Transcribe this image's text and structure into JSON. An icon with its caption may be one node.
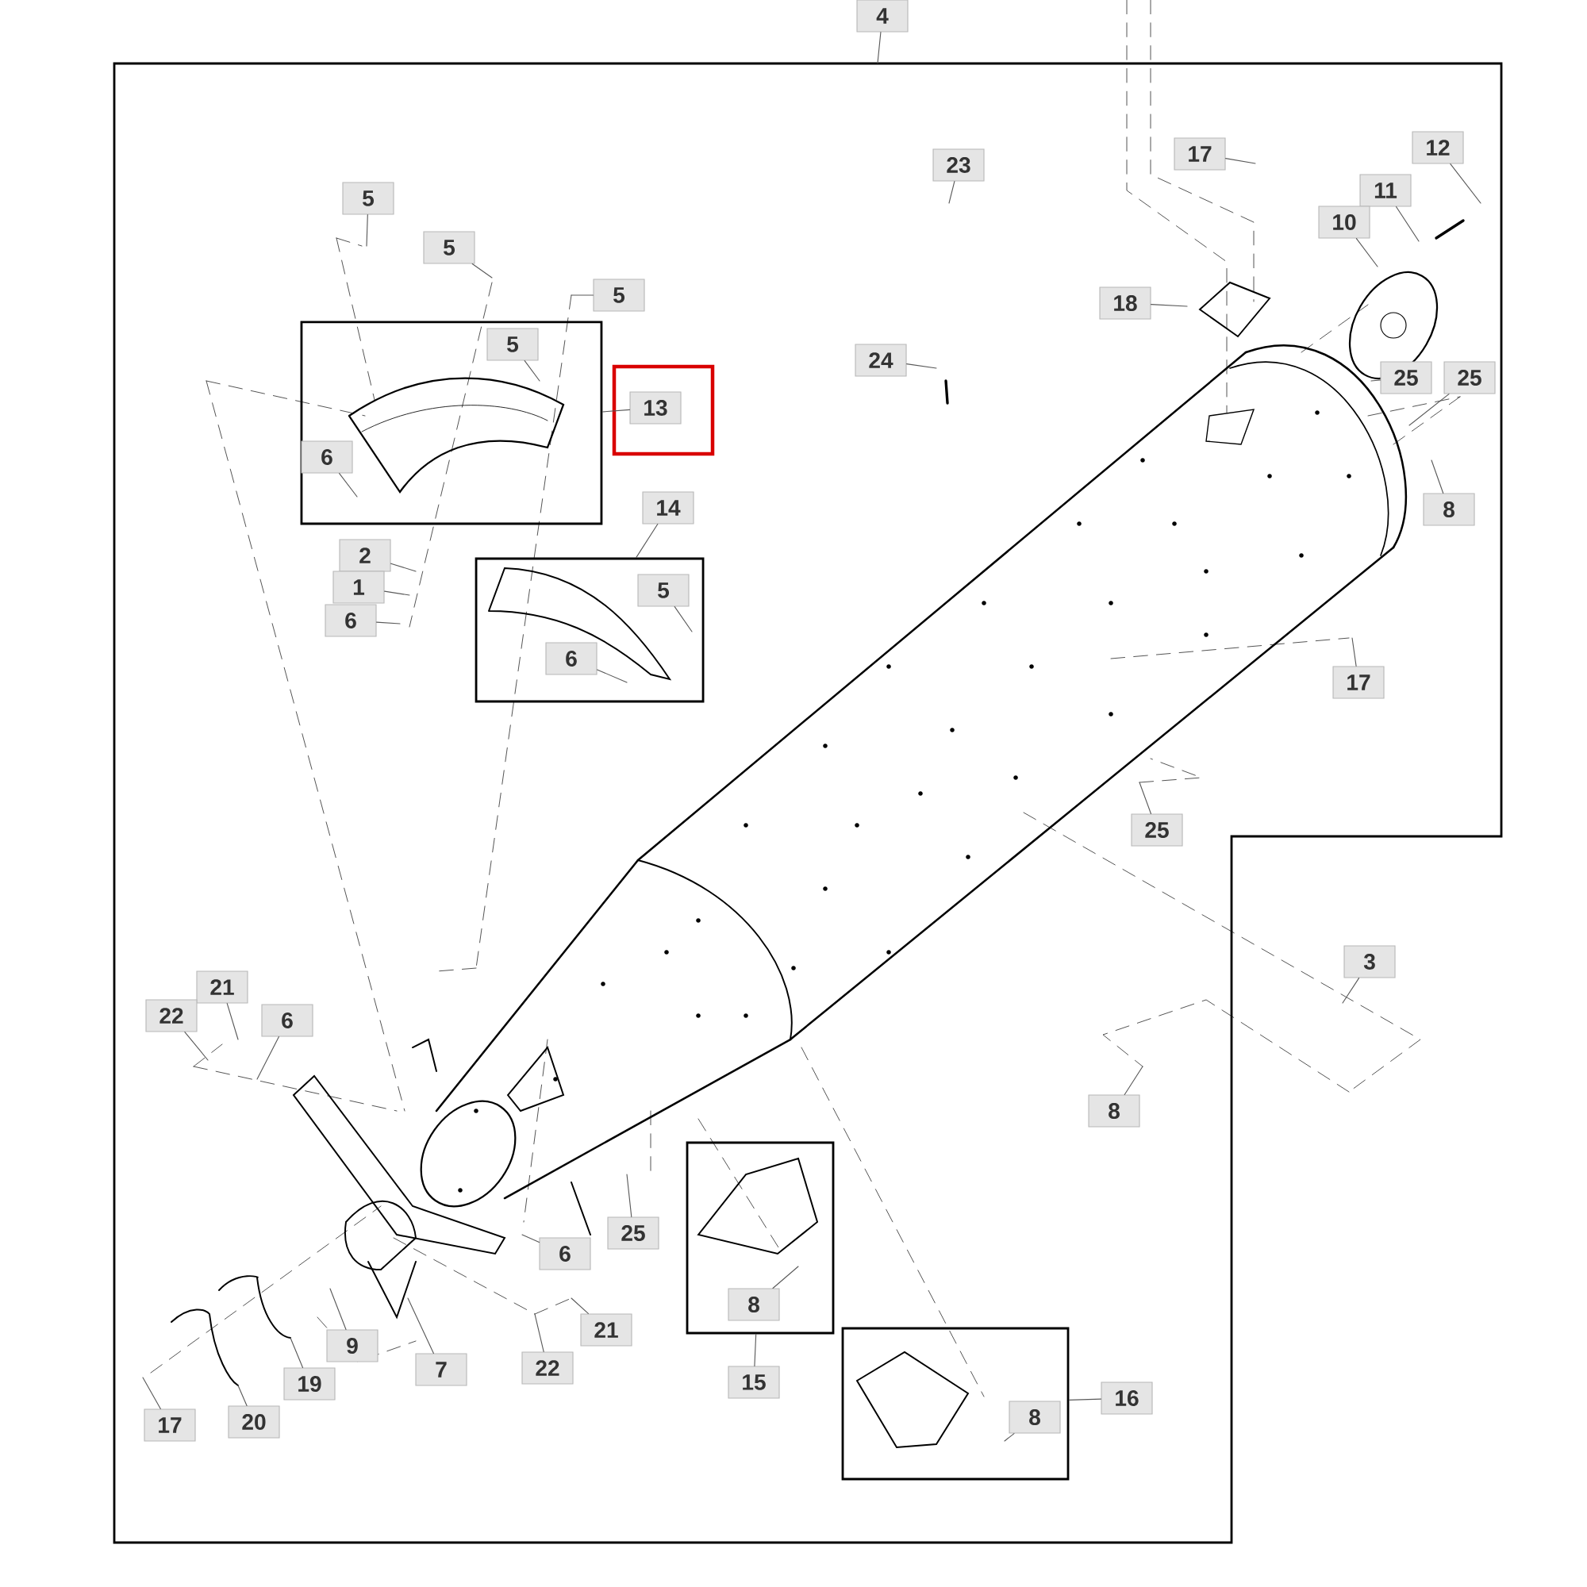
{
  "diagram": {
    "nodes": [
      {
        "text": [
          "4"
        ]
      },
      {
        "text": [],
        "shape": "box"
      },
      {
        "text": [],
        "shape": "box",
        "in": 1
      },
      {
        "text": [],
        "shape": "box",
        "in": 1
      },
      {
        "text": [],
        "shape": "box",
        "in": 1
      },
      {
        "text": [],
        "shape": "box",
        "in": 1
      },
      {
        "text": [
          "23"
        ],
        "in": 1
      },
      {
        "text": [
          "17"
        ],
        "in": 1
      },
      {
        "text": [
          "12"
        ],
        "in": 1
      },
      {
        "text": [
          "5"
        ],
        "in": 1
      },
      {
        "text": [
          "11"
        ],
        "in": 1
      },
      {
        "text": [
          "10"
        ],
        "in": 1
      },
      {
        "text": [
          "5"
        ],
        "in": 1
      },
      {
        "text": [
          "5"
        ],
        "in": 1
      },
      {
        "text": [
          "18"
        ],
        "in": 1
      },
      {
        "text": [
          "5"
        ],
        "in": 2
      },
      {
        "text": [
          "24"
        ],
        "in": 1
      },
      {
        "text": [
          "25"
        ],
        "in": 1
      },
      {
        "text": [
          "25"
        ],
        "in": 1
      },
      {
        "text": [
          "13"
        ],
        "in": 1
      },
      {
        "text": [
          "6"
        ],
        "in": 2
      },
      {
        "text": [
          "14"
        ],
        "in": 1
      },
      {
        "text": [
          "8"
        ],
        "in": 1
      },
      {
        "text": [
          "2"
        ],
        "in": 1
      },
      {
        "text": [
          "1"
        ],
        "in": 1
      },
      {
        "text": [
          "5"
        ],
        "in": 3
      },
      {
        "text": [
          "6"
        ],
        "in": 1
      },
      {
        "text": [
          "6"
        ],
        "in": 3
      },
      {
        "text": [
          "17"
        ],
        "in": 1
      },
      {
        "text": [
          "25"
        ],
        "in": 1
      },
      {
        "text": [
          "3"
        ]
      },
      {
        "text": [
          "21"
        ],
        "in": 1
      },
      {
        "text": [
          "22"
        ],
        "in": 1
      },
      {
        "text": [
          "6"
        ],
        "in": 1
      },
      {
        "text": [
          "8"
        ],
        "in": 1
      },
      {
        "text": [
          "25"
        ],
        "in": 1
      },
      {
        "text": [
          "6"
        ],
        "in": 1
      },
      {
        "text": [
          "8"
        ],
        "in": 4
      },
      {
        "text": [
          "9"
        ],
        "in": 1
      },
      {
        "text": [
          "21"
        ],
        "in": 1
      },
      {
        "text": [
          "7"
        ],
        "in": 1
      },
      {
        "text": [
          "22"
        ],
        "in": 1
      },
      {
        "text": [
          "15"
        ],
        "in": 1
      },
      {
        "text": [
          "19"
        ],
        "in": 1
      },
      {
        "text": [
          "16"
        ],
        "in": 1
      },
      {
        "text": [
          "8"
        ],
        "in": 5
      },
      {
        "text": [
          "20"
        ],
        "in": 1
      },
      {
        "text": [
          "17"
        ],
        "in": 1
      }
    ],
    "edges": [
      {
        "from": 0,
        "to": 1,
        "arrow": "none"
      },
      {
        "from": 6,
        "to": null,
        "arrow": "none"
      },
      {
        "from": 7,
        "to": null,
        "arrow": "none"
      },
      {
        "from": 8,
        "to": null,
        "arrow": "none"
      },
      {
        "from": 9,
        "to": null,
        "arrow": "none"
      },
      {
        "from": 10,
        "to": null,
        "arrow": "none"
      },
      {
        "from": 11,
        "to": null,
        "arrow": "none"
      },
      {
        "from": 12,
        "to": null,
        "arrow": "none"
      },
      {
        "from": 13,
        "to": null,
        "arrow": "none"
      },
      {
        "from": 14,
        "to": null,
        "arrow": "none"
      },
      {
        "from": 15,
        "to": null,
        "arrow": "none"
      },
      {
        "from": 16,
        "to": null,
        "arrow": "none"
      },
      {
        "from": 17,
        "to": null,
        "arrow": "none"
      },
      {
        "from": 18,
        "to": null,
        "arrow": "none"
      },
      {
        "from": 19,
        "to": 2,
        "arrow": "none"
      },
      {
        "from": 20,
        "to": null,
        "arrow": "none"
      },
      {
        "from": 21,
        "to": 3,
        "arrow": "none"
      },
      {
        "from": 22,
        "to": null,
        "arrow": "none"
      },
      {
        "from": 23,
        "to": null,
        "arrow": "none"
      },
      {
        "from": 24,
        "to": null,
        "arrow": "none"
      },
      {
        "from": 25,
        "to": null,
        "arrow": "none"
      },
      {
        "from": 26,
        "to": null,
        "arrow": "none"
      },
      {
        "from": 27,
        "to": null,
        "arrow": "none"
      },
      {
        "from": 28,
        "to": null,
        "arrow": "none"
      },
      {
        "from": 29,
        "to": null,
        "arrow": "none"
      },
      {
        "from": 30,
        "to": null,
        "arrow": "none"
      },
      {
        "from": 31,
        "to": null,
        "arrow": "none"
      },
      {
        "from": 32,
        "to": null,
        "arrow": "none"
      },
      {
        "from": 33,
        "to": null,
        "arrow": "none"
      },
      {
        "from": 34,
        "to": null,
        "arrow": "none"
      },
      {
        "from": 35,
        "to": null,
        "arrow": "none"
      },
      {
        "from": 36,
        "to": null,
        "arrow": "none"
      },
      {
        "from": 37,
        "to": null,
        "arrow": "none"
      },
      {
        "from": 38,
        "to": null,
        "arrow": "none"
      },
      {
        "from": 39,
        "to": null,
        "arrow": "none"
      },
      {
        "from": 40,
        "to": null,
        "arrow": "none"
      },
      {
        "from": 41,
        "to": null,
        "arrow": "none"
      },
      {
        "from": 42,
        "to": 4,
        "arrow": "none"
      },
      {
        "from": 43,
        "to": null,
        "arrow": "none"
      },
      {
        "from": 44,
        "to": 5,
        "arrow": "none"
      },
      {
        "from": 45,
        "to": null,
        "arrow": "none"
      },
      {
        "from": 46,
        "to": null,
        "arrow": "none"
      },
      {
        "from": 47,
        "to": null,
        "arrow": "none"
      }
    ]
  }
}
